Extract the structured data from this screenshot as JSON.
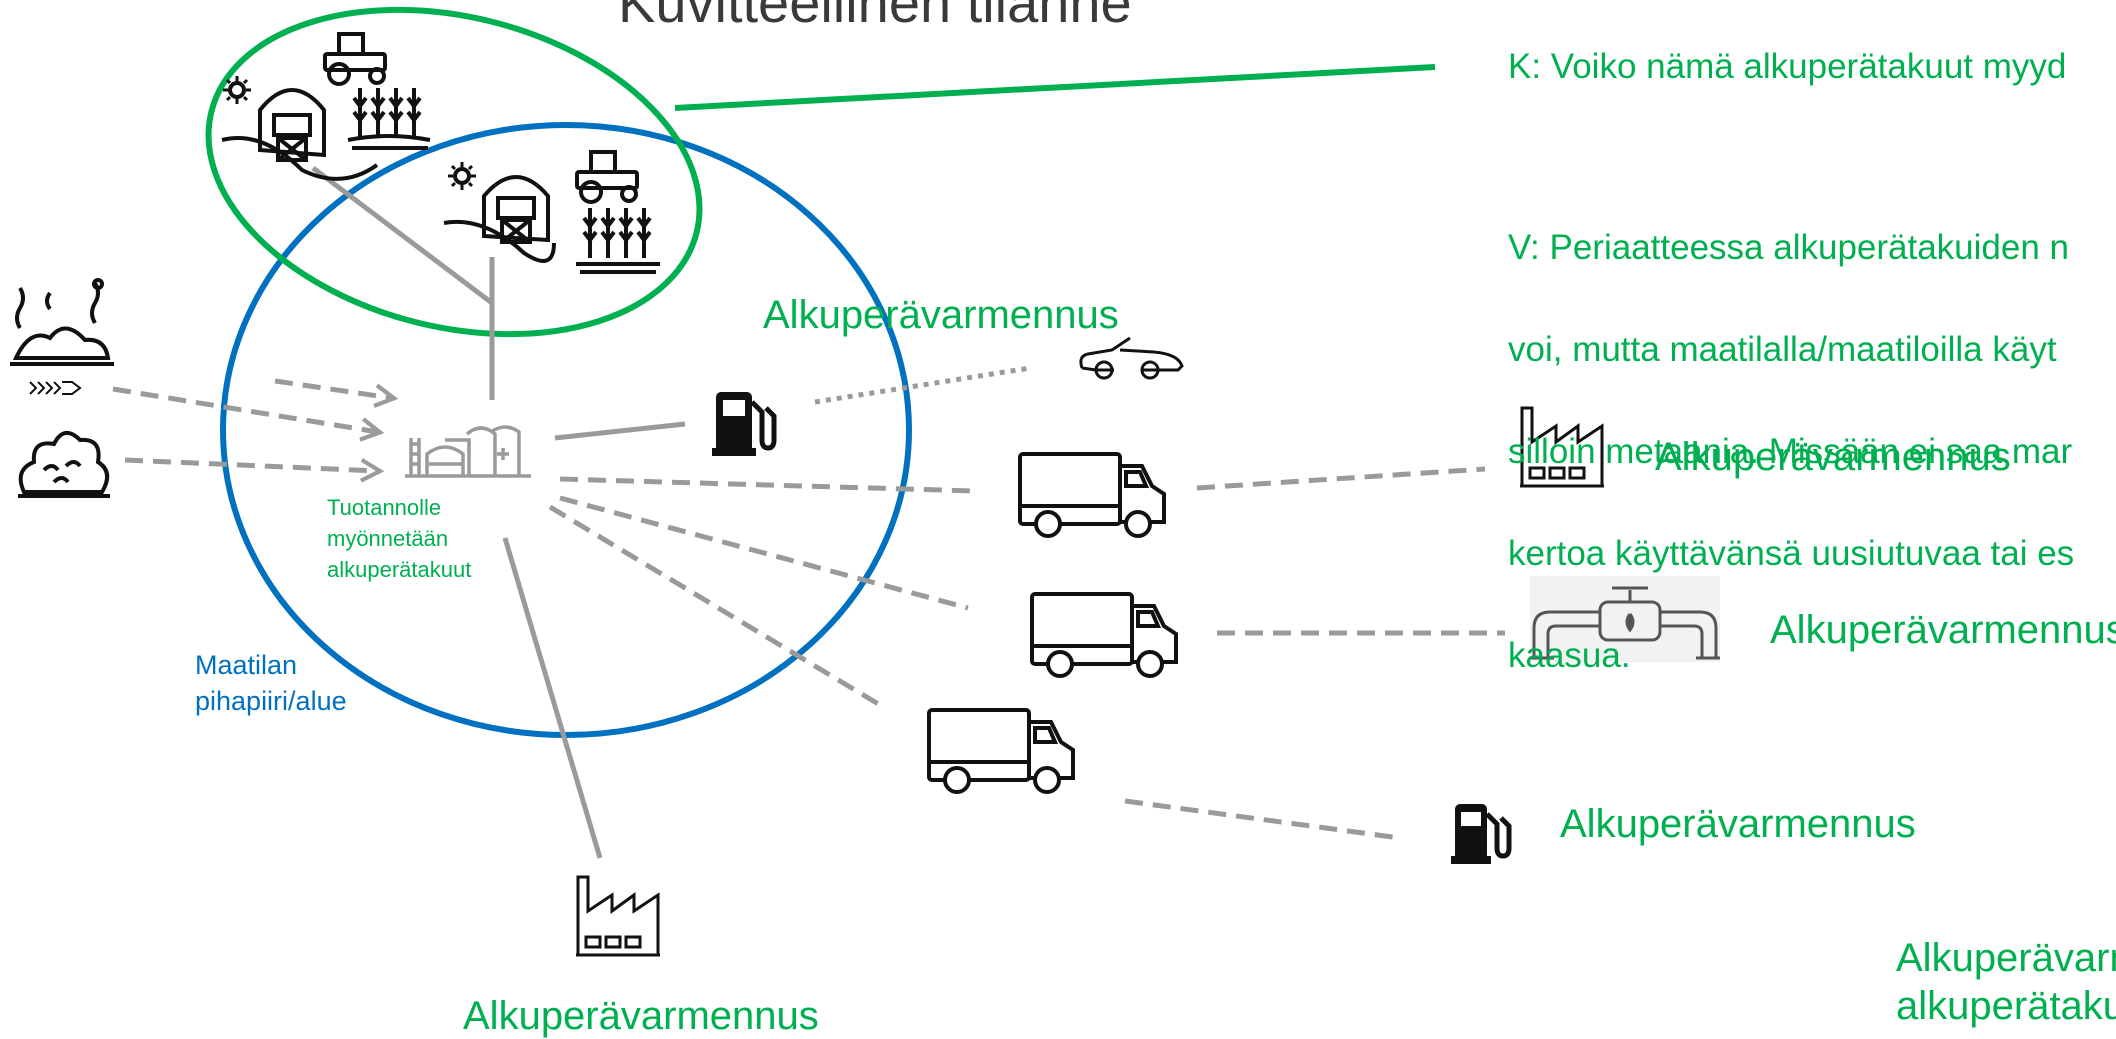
{
  "title": "Kuvitteellinen tilanne",
  "question": "K: Voiko nämä alkuperätakuut myyd",
  "answer_lines": [
    "V: Periaatteessa alkuperätakuiden n",
    "voi, mutta maatilalla/maatiloilla käyt",
    "silloin metaania. Missään ei saa mar",
    "kertoa käyttävänsä uusiutuvaa tai es",
    "kaasua."
  ],
  "labels": {
    "certificate_center": "Alkuperävarmennus",
    "certificate_factory_right": "Alkuperävarmennus",
    "certificate_pipeline": "Alkuperävarmennus",
    "certificate_fuel_pump": "Alkuperävarmennus",
    "certificate_factory_bottom": "Alkuperävarmennus",
    "production_note": "Tuotannolle myönnetään alkuperätakuut",
    "farm_area_line1": "Maatilan",
    "farm_area_line2": "pihapiiri/alue",
    "bottom_right_line1": "Alkuperävarm",
    "bottom_right_line2": "alkuperätaku"
  },
  "colors": {
    "accent_green": "#00b050",
    "farm_blue": "#0070c0",
    "connector_gray": "#9a9a9a",
    "title_gray": "#3a3a3a"
  },
  "icons": [
    "farm-icon",
    "tractor-icon",
    "wheat-icon",
    "sun-icon",
    "manure-icon",
    "plant-waste-icon",
    "biogas-plant-icon",
    "fuel-pump-icon",
    "car-icon",
    "truck-icon",
    "factory-icon",
    "gas-pipeline-icon"
  ]
}
